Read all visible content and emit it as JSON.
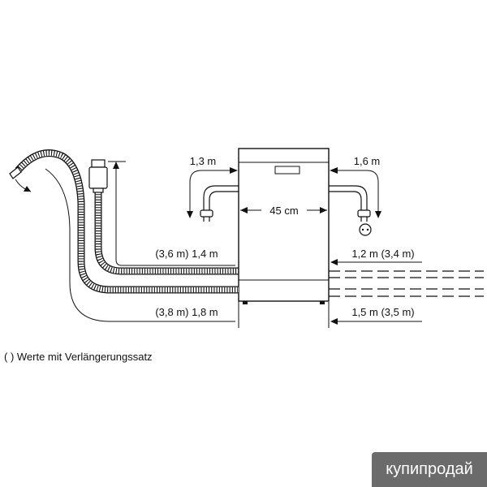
{
  "labels": {
    "left_hose_length": "1,3 m",
    "right_hose_length": "1,6 m",
    "appliance_width": "45 cm",
    "drain_hose_length": "(3,6 m) 1,4 m",
    "inlet_hose_length": "(3,8 m) 1,8 m",
    "right_upper_length": "1,2 m (3,4 m)",
    "right_lower_length": "1,5 m (3,5 m)"
  },
  "footnote": "(  ) Werte mit Verlängerungssatz",
  "watermark": "купипродай"
}
